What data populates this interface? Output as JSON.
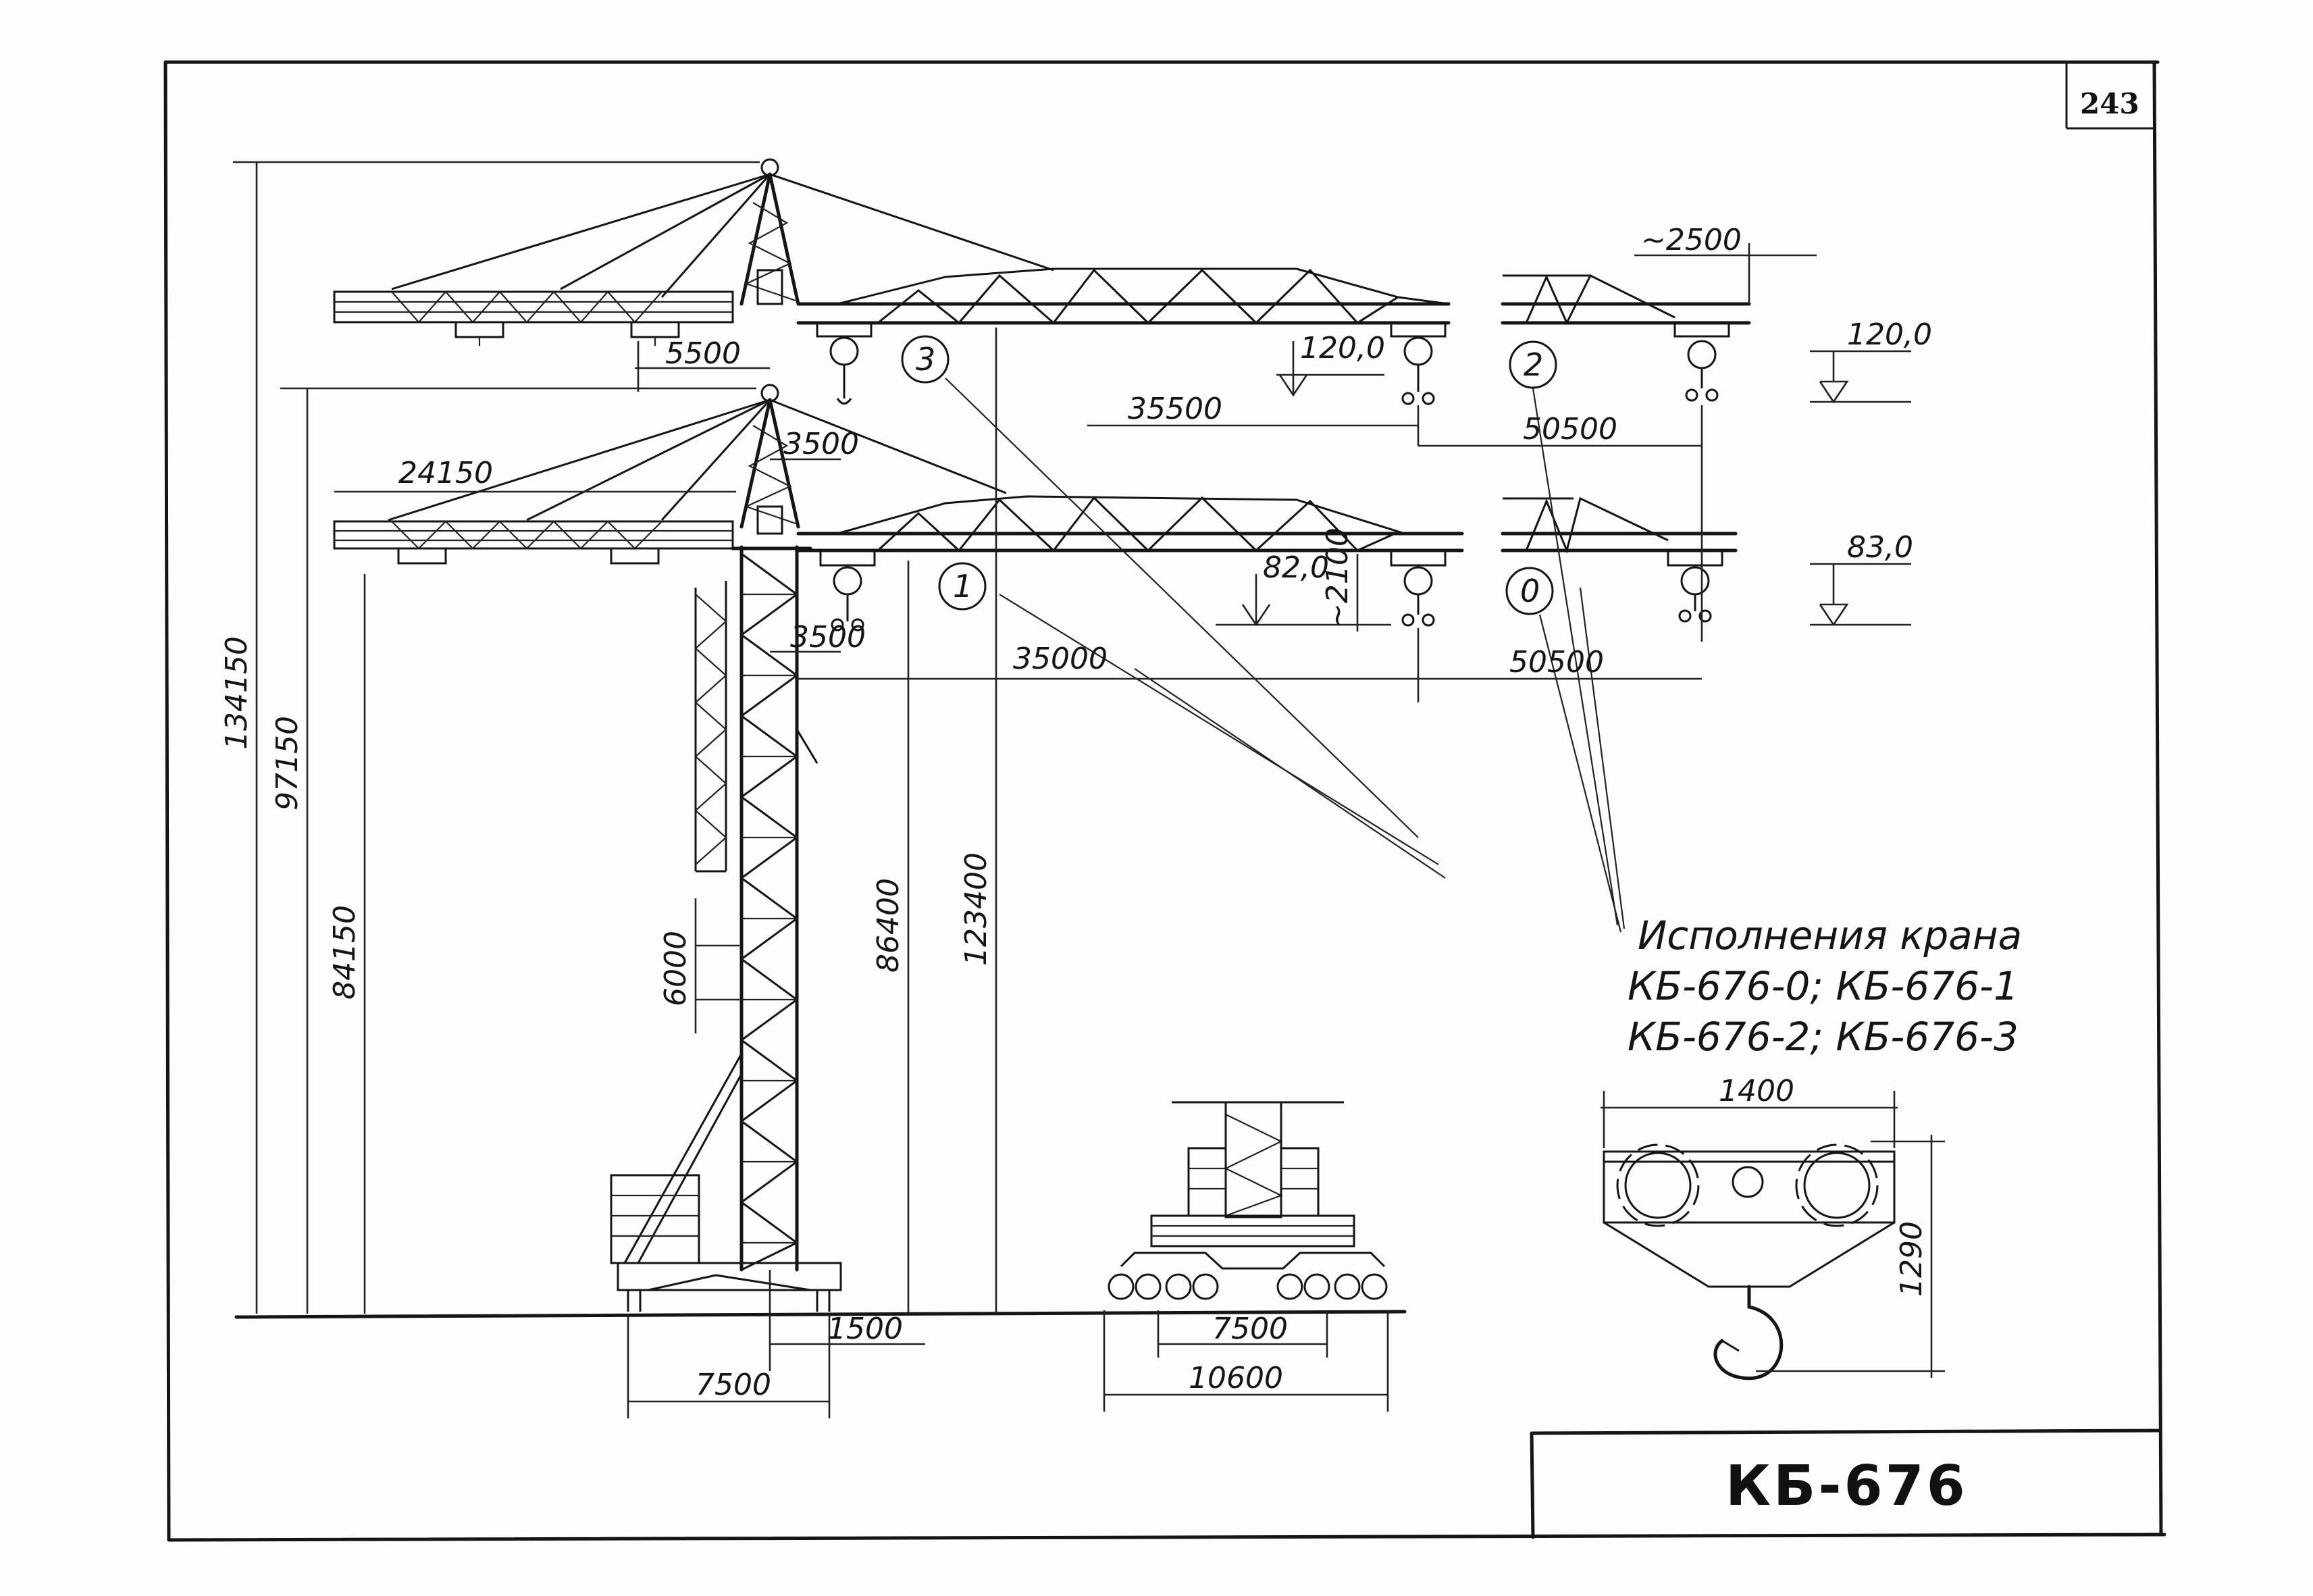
{
  "sheet": {
    "page_number": "243",
    "title": "КБ-676"
  },
  "variants_note": {
    "line1": "Исполнения крана",
    "line2": "КБ-676-0;  КБ-676-1",
    "line3": "КБ-676-2;  КБ-676-3"
  },
  "variant_labels": [
    "3",
    "2",
    "1",
    "0"
  ],
  "dimensions": {
    "height_total": "134150",
    "height_97150": "97150",
    "height_84150": "84150",
    "height_86400": "86400",
    "height_123400": "123400",
    "counter_jib_24150": "24150",
    "offset_5500": "5500",
    "offset_3500_top": "3500",
    "offset_3500_low": "3500",
    "reach_min_upper": "35500",
    "reach_max_upper": "50500",
    "reach_min_lower": "35000",
    "reach_max_lower": "50500",
    "load_upper": "120,0",
    "load_upper_right": "120,0",
    "load_lower": "82,0",
    "load_lower_right": "83,0",
    "tip_2500": "~2500",
    "hook_2100": "~2100",
    "section_6000": "6000",
    "base_1500": "1500",
    "base_7500_left": "7500",
    "track_7500": "7500",
    "track_10600": "10600",
    "hook_width": "1400",
    "hook_height": "1290"
  }
}
